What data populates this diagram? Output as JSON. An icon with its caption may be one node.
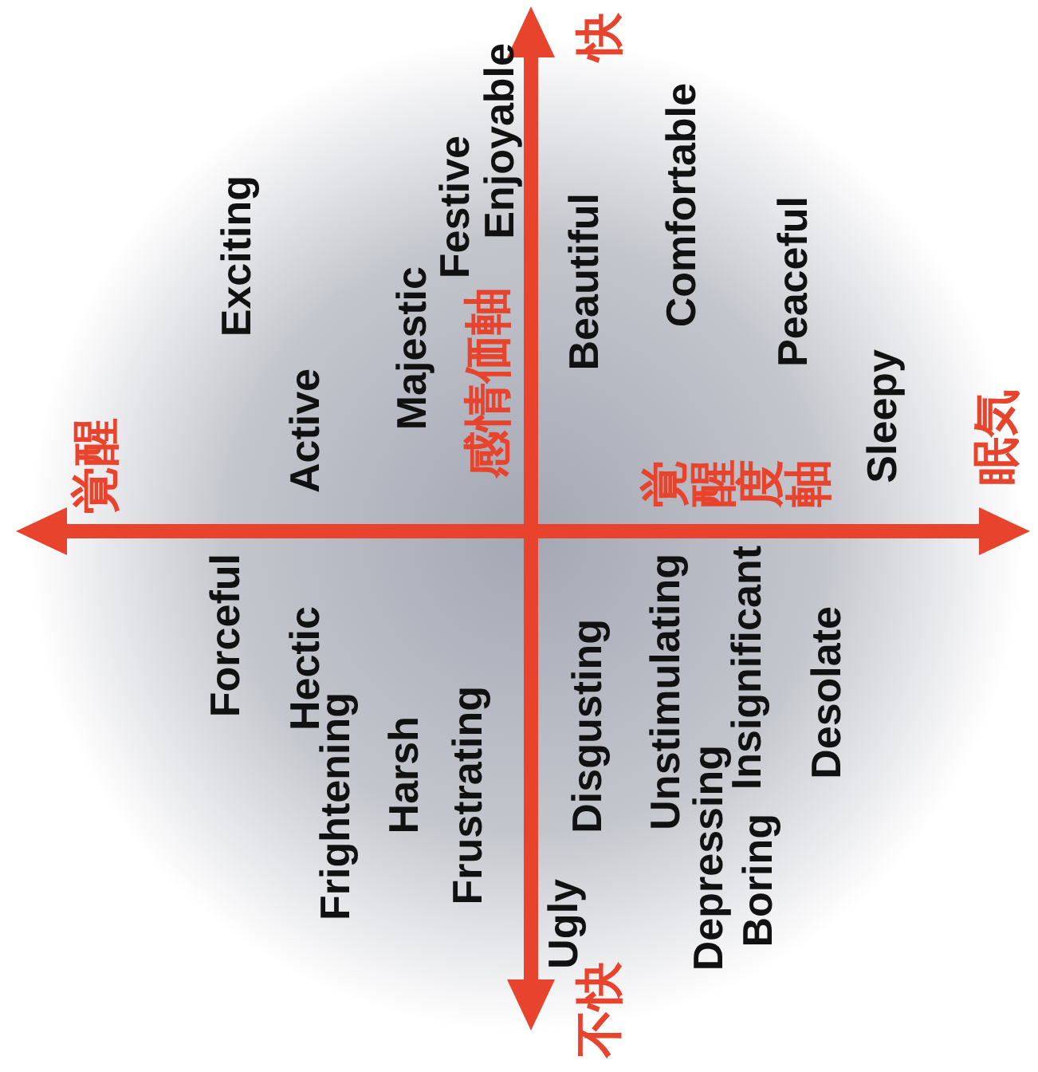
{
  "diagram": {
    "labels": [
      "快",
      "Enjoyable",
      "Comfortable",
      "Festive",
      "Exciting",
      "Beautiful",
      "Peaceful",
      "Majestic",
      "感情価軸",
      "Sleepy",
      "Active",
      "眠気",
      "覚醒",
      "覚醒度軸",
      "Forceful",
      "Unstimulating",
      "Insignificant",
      "Hectic",
      "Desolate",
      "Disgusting",
      "Frightening",
      "Harsh",
      "Frustrating",
      "Depressing",
      "Boring",
      "Ugly",
      "不快"
    ]
  }
}
